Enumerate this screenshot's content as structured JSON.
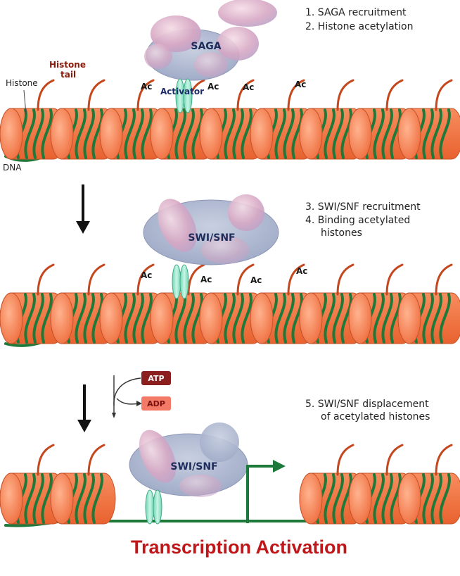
{
  "steps": {
    "s1": "1.  SAGA recruitment",
    "s2": "2.  Histone acetylation",
    "s3": "3.  SWI/SNF recruitment",
    "s4a": "4.  Binding acetylated",
    "s4b": "histones",
    "s5a": "5.  SWI/SNF displacement",
    "s5b": "of acetylated histones"
  },
  "labels": {
    "histone": "Histone",
    "histone_tail_1": "Histone",
    "histone_tail_2": "tail",
    "dna": "DNA",
    "activator": "Activator",
    "acetyl": "Ac",
    "saga": "SAGA",
    "swisnf": "SWI/SNF",
    "atp": "ATP",
    "adp": "ADP"
  },
  "title": "Transcription Activation",
  "colors": {
    "nucleosome": "#f47e4e",
    "dna": "#1e7a3a",
    "tail": "#c4471d",
    "complex": "#a9b4cd",
    "activator": "#8fe3c7",
    "atp": "#8b1e1e",
    "adp": "#f27a66",
    "title": "#c0161a"
  }
}
